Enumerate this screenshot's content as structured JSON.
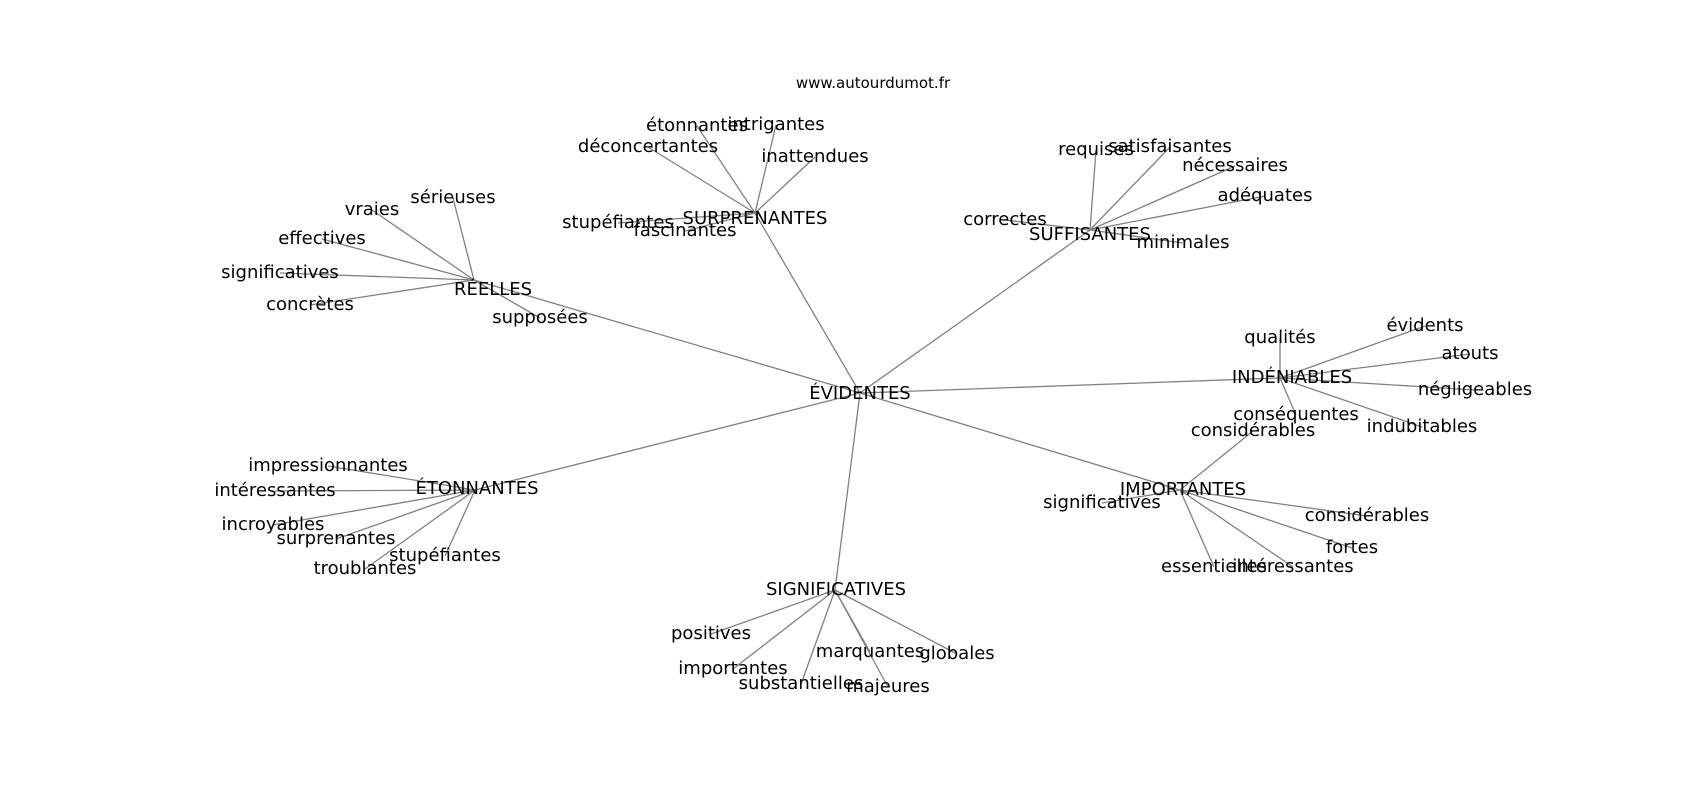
{
  "watermark": "www.autourdumot.fr",
  "colors": {
    "edge": "#808080",
    "text": "#000000",
    "background": "#ffffff"
  },
  "center": {
    "label": "ÉVIDENTES"
  },
  "clusters": [
    {
      "id": "reelles",
      "label": "RÉELLES",
      "leaves": [
        "sérieuses",
        "vraies",
        "effectives",
        "significatives",
        "concrètes",
        "supposées"
      ]
    },
    {
      "id": "surprenantes",
      "label": "SURPRENANTES",
      "leaves": [
        "étonnantes",
        "intrigantes",
        "déconcertantes",
        "inattendues",
        "stupéfiantes",
        "fascinantes"
      ]
    },
    {
      "id": "suffisantes",
      "label": "SUFFISANTES",
      "leaves": [
        "requises",
        "satisfaisantes",
        "nécessaires",
        "adéquates",
        "correctes",
        "minimales"
      ]
    },
    {
      "id": "indeniables",
      "label": "INDÉNIABLES",
      "leaves": [
        "qualités",
        "évidents",
        "atouts",
        "négligeables",
        "indubitables",
        "conséquentes"
      ]
    },
    {
      "id": "importantes",
      "label": "IMPORTANTES",
      "leaves": [
        "considérables",
        "significatives",
        "considérables",
        "fortes",
        "essentielles",
        "intéressantes"
      ]
    },
    {
      "id": "significatives",
      "label": "SIGNIFICATIVES",
      "leaves": [
        "positives",
        "importantes",
        "substantielles",
        "marquantes",
        "globales",
        "majeures"
      ]
    },
    {
      "id": "etonnantes",
      "label": "ÉTONNANTES",
      "leaves": [
        "impressionnantes",
        "intéressantes",
        "incroyables",
        "surprenantes",
        "stupéfiantes",
        "troublantes"
      ]
    }
  ]
}
